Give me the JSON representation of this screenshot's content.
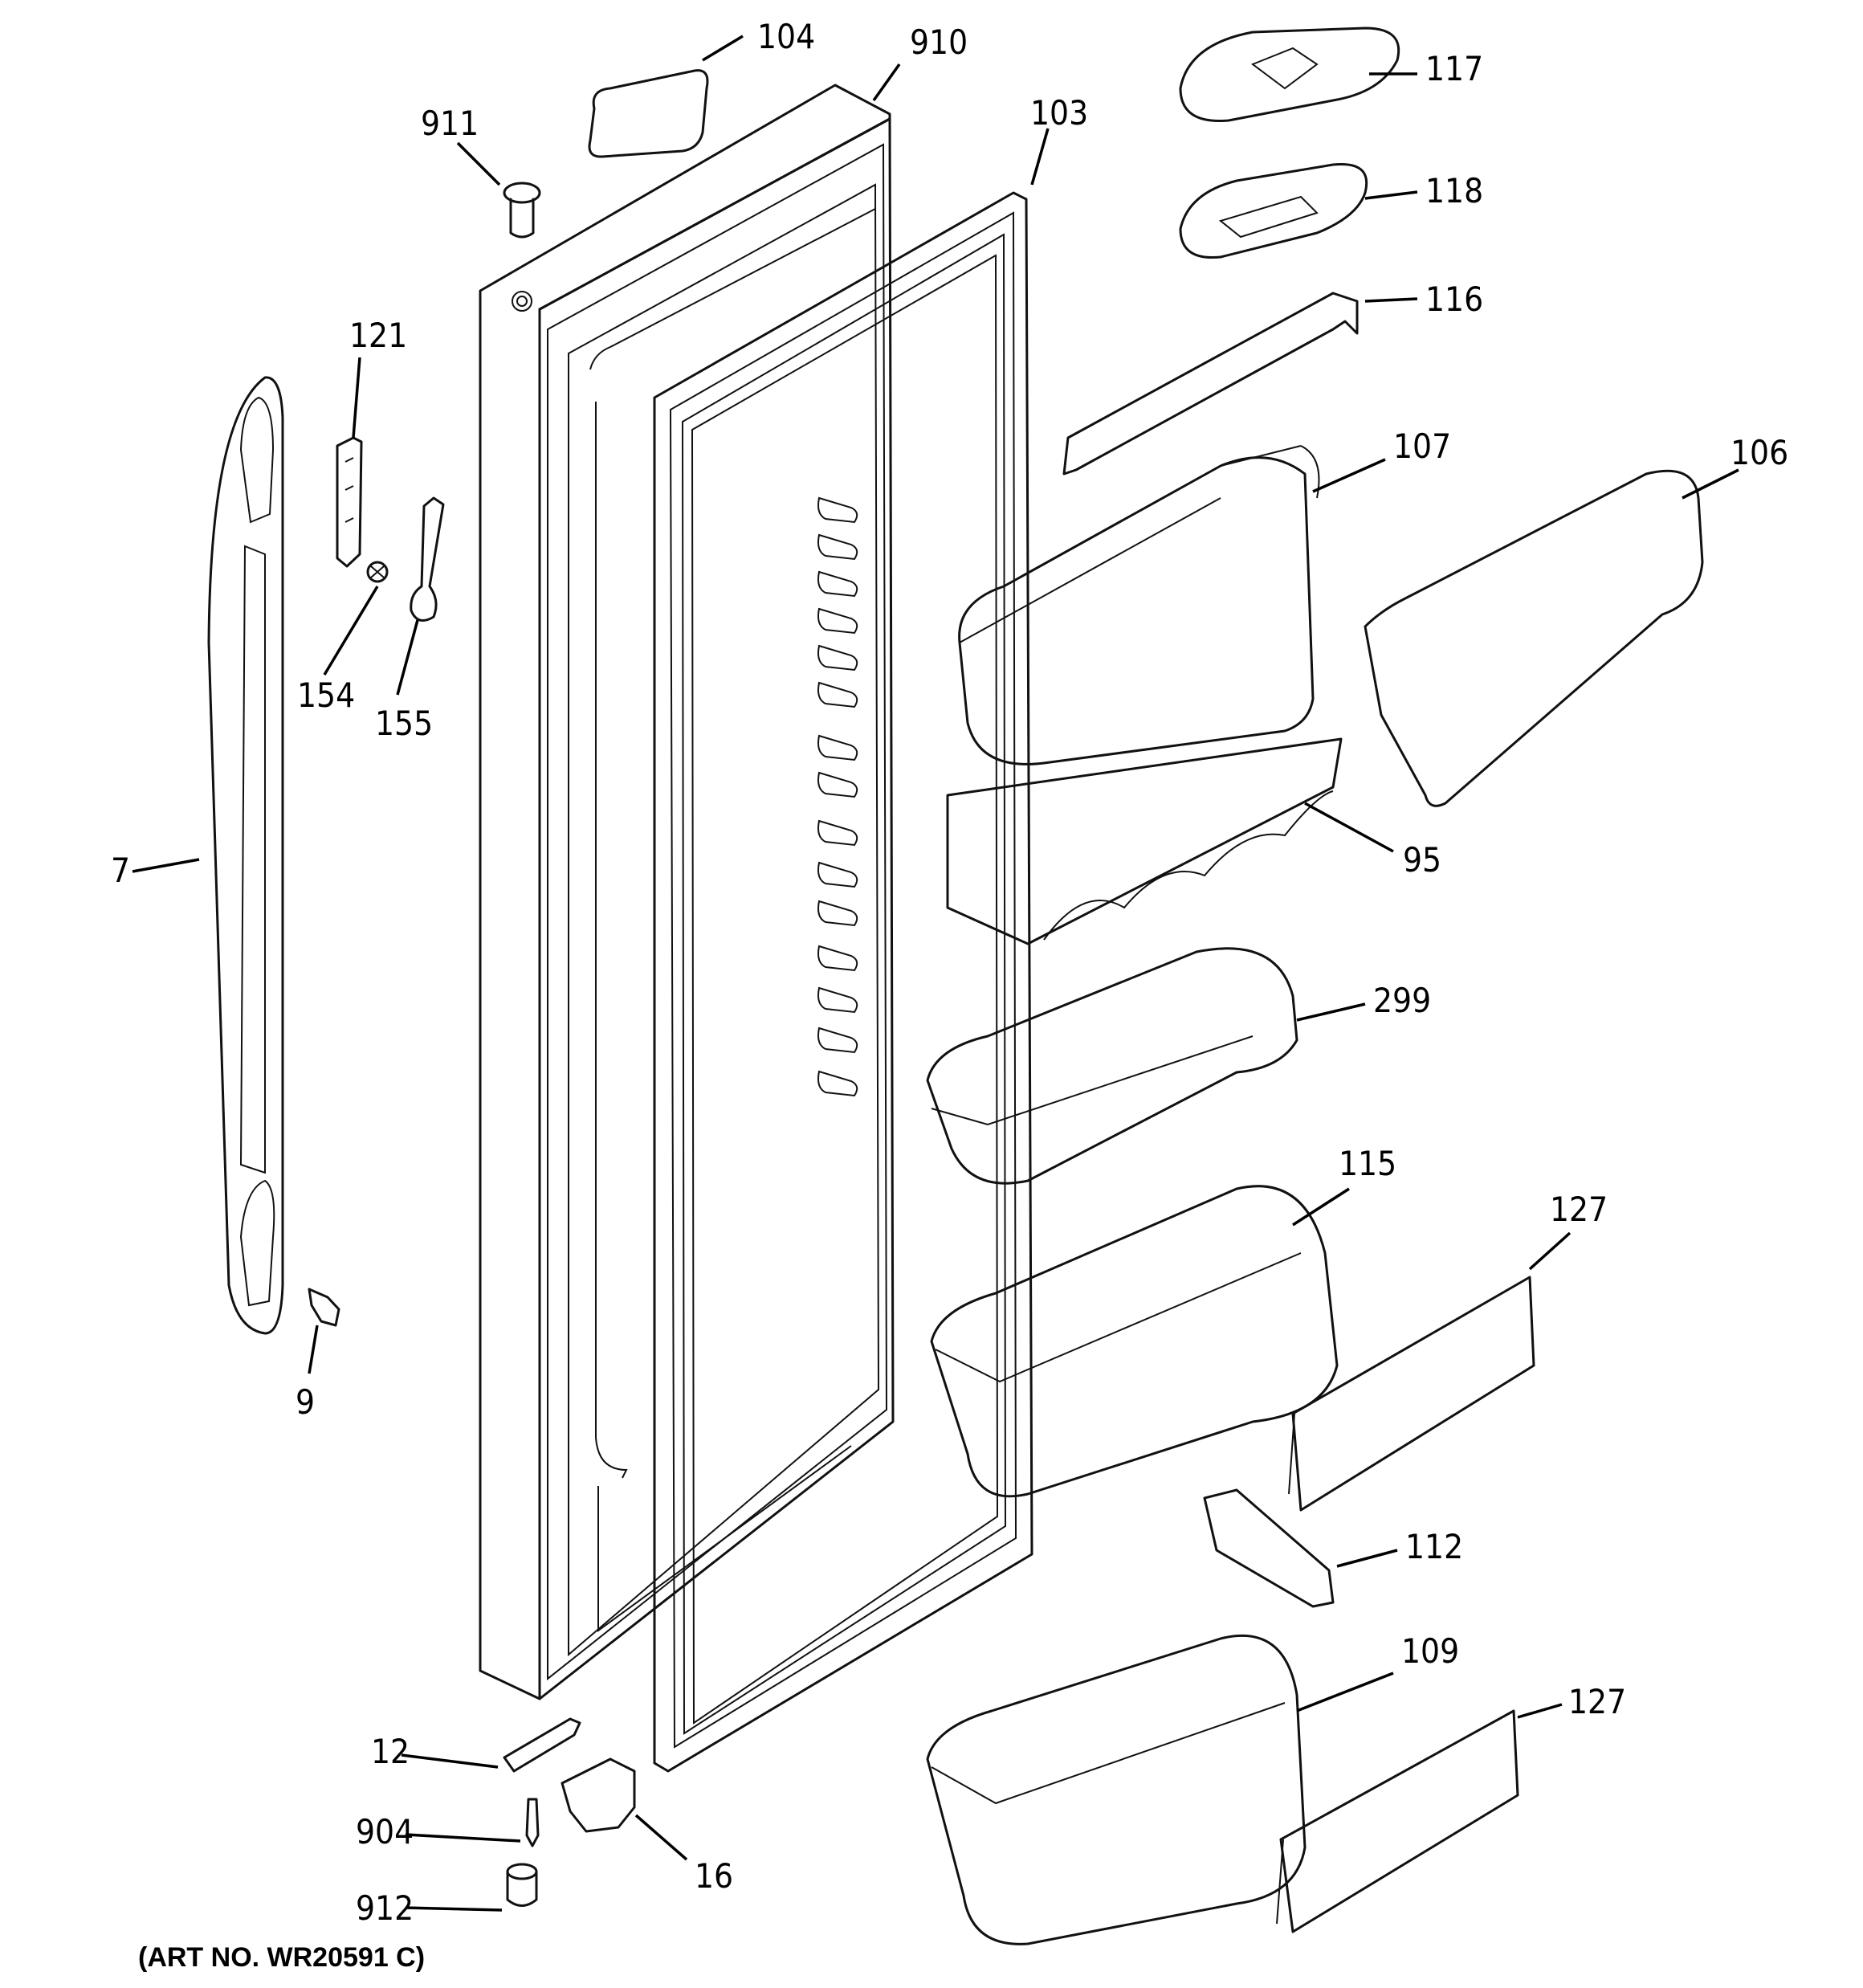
{
  "art_number": "(ART NO. WR20591 C)",
  "callouts": [
    {
      "id": "c104",
      "label": "104"
    },
    {
      "id": "c910",
      "label": "910"
    },
    {
      "id": "c911",
      "label": "911"
    },
    {
      "id": "c103",
      "label": "103"
    },
    {
      "id": "c117",
      "label": "117"
    },
    {
      "id": "c118",
      "label": "118"
    },
    {
      "id": "c116",
      "label": "116"
    },
    {
      "id": "c121",
      "label": "121"
    },
    {
      "id": "c107",
      "label": "107"
    },
    {
      "id": "c106",
      "label": "106"
    },
    {
      "id": "c154",
      "label": "154"
    },
    {
      "id": "c155",
      "label": "155"
    },
    {
      "id": "c7",
      "label": "7"
    },
    {
      "id": "c95",
      "label": "95"
    },
    {
      "id": "c299",
      "label": "299"
    },
    {
      "id": "c115",
      "label": "115"
    },
    {
      "id": "c127a",
      "label": "127"
    },
    {
      "id": "c9",
      "label": "9"
    },
    {
      "id": "c112",
      "label": "112"
    },
    {
      "id": "c109",
      "label": "109"
    },
    {
      "id": "c127b",
      "label": "127"
    },
    {
      "id": "c12",
      "label": "12"
    },
    {
      "id": "c904",
      "label": "904"
    },
    {
      "id": "c16",
      "label": "16"
    },
    {
      "id": "c912",
      "label": "912"
    }
  ]
}
